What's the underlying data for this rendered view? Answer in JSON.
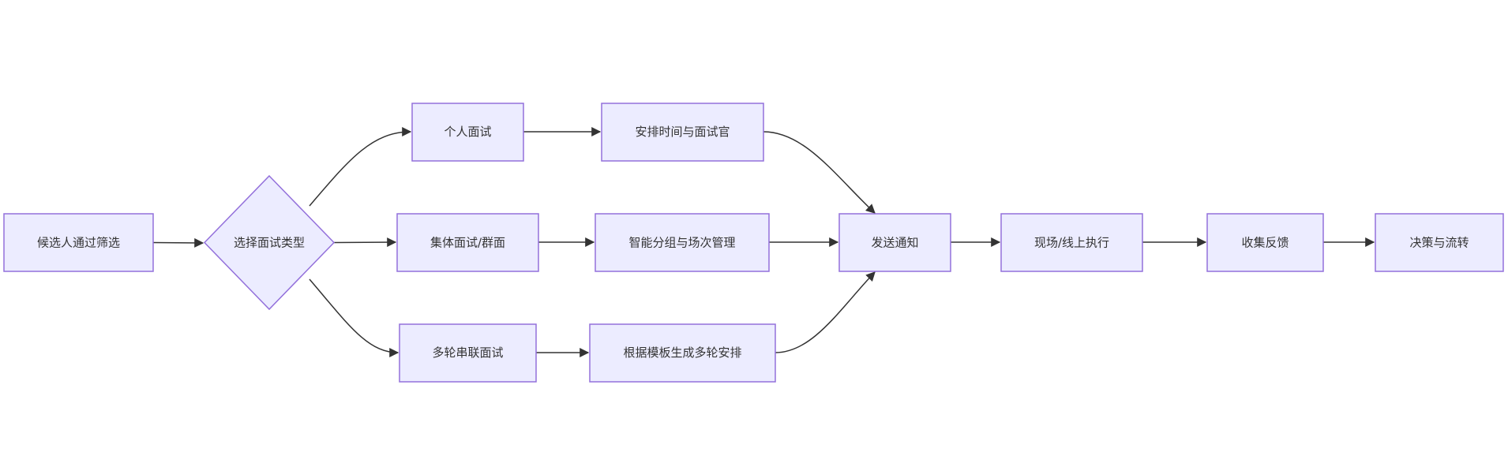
{
  "diagram": {
    "type": "flowchart",
    "direction": "left-to-right",
    "colors": {
      "node_fill": "#ECECFF",
      "node_border": "#9370DB",
      "text": "#333333",
      "edge": "#333333"
    },
    "nodes": [
      {
        "id": "A",
        "label": "候选人通过筛选",
        "shape": "rect"
      },
      {
        "id": "B",
        "label": "选择面试类型",
        "shape": "diamond"
      },
      {
        "id": "C1",
        "label": "个人面试",
        "shape": "rect"
      },
      {
        "id": "C2",
        "label": "集体面试/群面",
        "shape": "rect"
      },
      {
        "id": "C3",
        "label": "多轮串联面试",
        "shape": "rect"
      },
      {
        "id": "D1",
        "label": "安排时间与面试官",
        "shape": "rect"
      },
      {
        "id": "D2",
        "label": "智能分组与场次管理",
        "shape": "rect"
      },
      {
        "id": "D3",
        "label": "根据模板生成多轮安排",
        "shape": "rect"
      },
      {
        "id": "E",
        "label": "发送通知",
        "shape": "rect"
      },
      {
        "id": "F",
        "label": "现场/线上执行",
        "shape": "rect"
      },
      {
        "id": "G",
        "label": "收集反馈",
        "shape": "rect"
      },
      {
        "id": "H",
        "label": "决策与流转",
        "shape": "rect"
      }
    ],
    "edges": [
      {
        "from": "A",
        "to": "B"
      },
      {
        "from": "B",
        "to": "C1"
      },
      {
        "from": "B",
        "to": "C2"
      },
      {
        "from": "B",
        "to": "C3"
      },
      {
        "from": "C1",
        "to": "D1"
      },
      {
        "from": "C2",
        "to": "D2"
      },
      {
        "from": "C3",
        "to": "D3"
      },
      {
        "from": "D1",
        "to": "E"
      },
      {
        "from": "D2",
        "to": "E"
      },
      {
        "from": "D3",
        "to": "E"
      },
      {
        "from": "E",
        "to": "F"
      },
      {
        "from": "F",
        "to": "G"
      },
      {
        "from": "G",
        "to": "H"
      }
    ]
  }
}
